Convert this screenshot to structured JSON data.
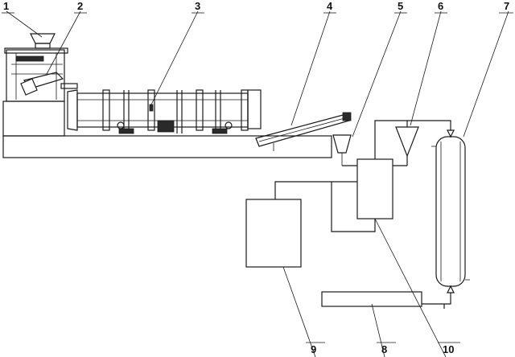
{
  "callouts": [
    {
      "id": "1",
      "text": "1"
    },
    {
      "id": "2",
      "text": "2"
    },
    {
      "id": "3",
      "text": "3"
    },
    {
      "id": "4",
      "text": "4"
    },
    {
      "id": "5",
      "text": "5"
    },
    {
      "id": "6",
      "text": "6"
    },
    {
      "id": "7",
      "text": "7"
    },
    {
      "id": "8",
      "text": "8"
    },
    {
      "id": "9",
      "text": "9"
    },
    {
      "id": "10",
      "text": "10"
    }
  ],
  "colors": {
    "line": "#1a1a1a",
    "background": "#ffffff"
  }
}
